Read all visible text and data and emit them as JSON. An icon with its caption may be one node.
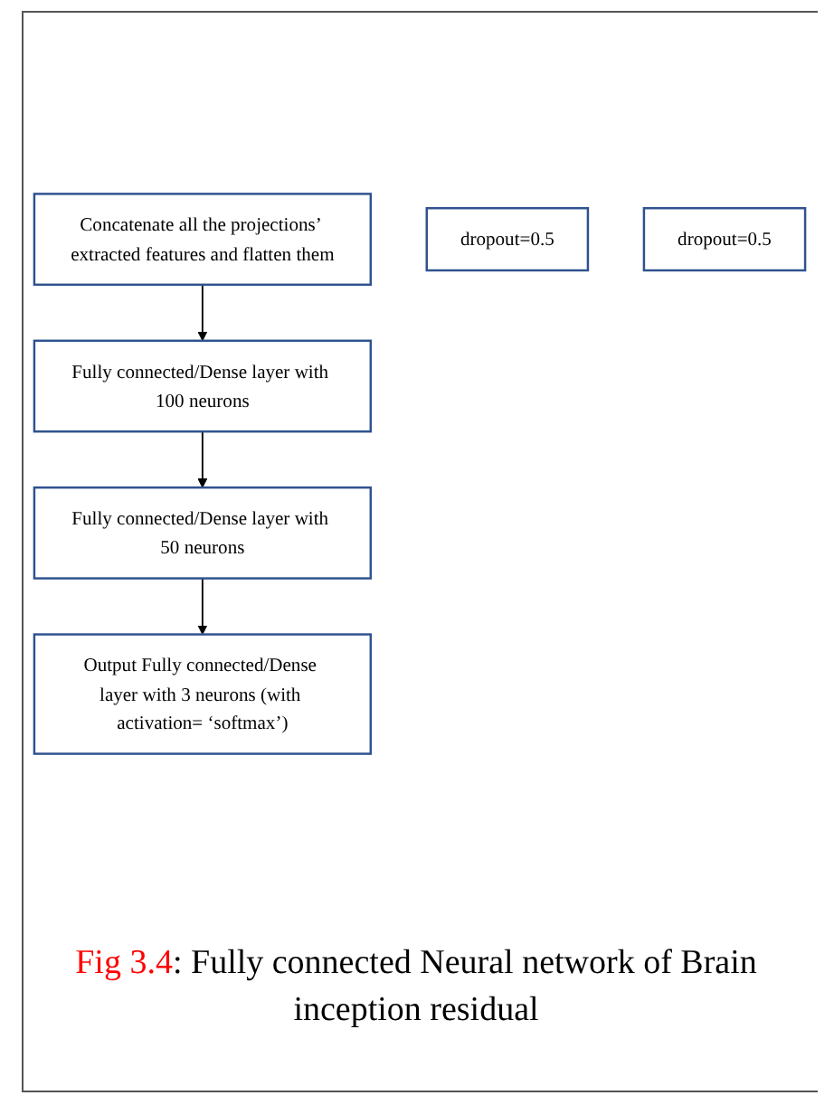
{
  "diagram": {
    "caption": "Fig 3.4: Fully connected Neural network of Brain inception residual",
    "nodes": [
      {
        "text": [
          "Concatenate all the projections’ extracted features and flatten them"
        ]
      },
      {
        "text": [
          "Fully connected/Dense layer with 100 neurons"
        ]
      },
      {
        "text": [
          "dropout=0.5"
        ]
      },
      {
        "text": [
          "Fully connected/Dense layer with 50 neurons"
        ]
      },
      {
        "text": [
          "dropout=0.5"
        ]
      },
      {
        "text": [
          "Output Fully connected/Dense layer with 3 neurons (with activation= ‘softmax’)"
        ]
      }
    ],
    "edges": [
      {
        "from": 0,
        "to": 1,
        "arrow": "to"
      },
      {
        "from": 1,
        "to": 3,
        "arrow": "to"
      },
      {
        "from": 3,
        "to": 5,
        "arrow": "to"
      }
    ]
  }
}
